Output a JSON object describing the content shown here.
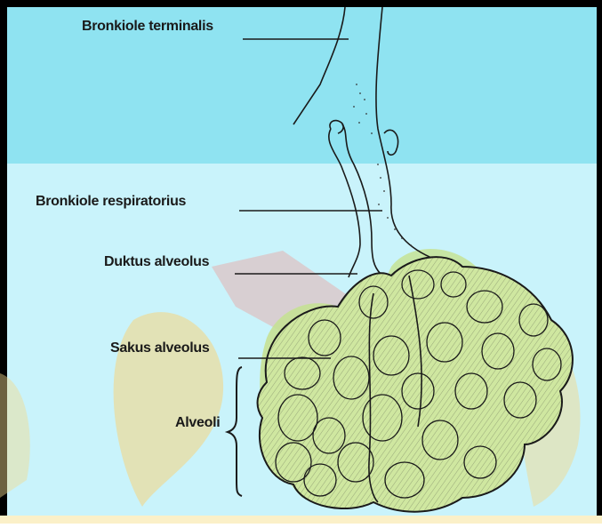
{
  "figure": {
    "labels": {
      "bronkiole_terminalis": "Bronkiole terminalis",
      "bronkiole_respiratorius": "Bronkiole respiratorius",
      "duktus_alveolus": "Duktus alveolus",
      "sakus_alveolus": "Sakus alveolus",
      "alveoli": "Alveoli"
    },
    "colors": {
      "sky_top": "#8fe3f1",
      "sky_bottom": "#c9f3fb",
      "frame": "#000000",
      "watermark_green": "#b8d97a",
      "watermark_yellow": "#f4d77c",
      "watermark_red": "#e8a0a0",
      "line": "#1a1a1a"
    }
  }
}
